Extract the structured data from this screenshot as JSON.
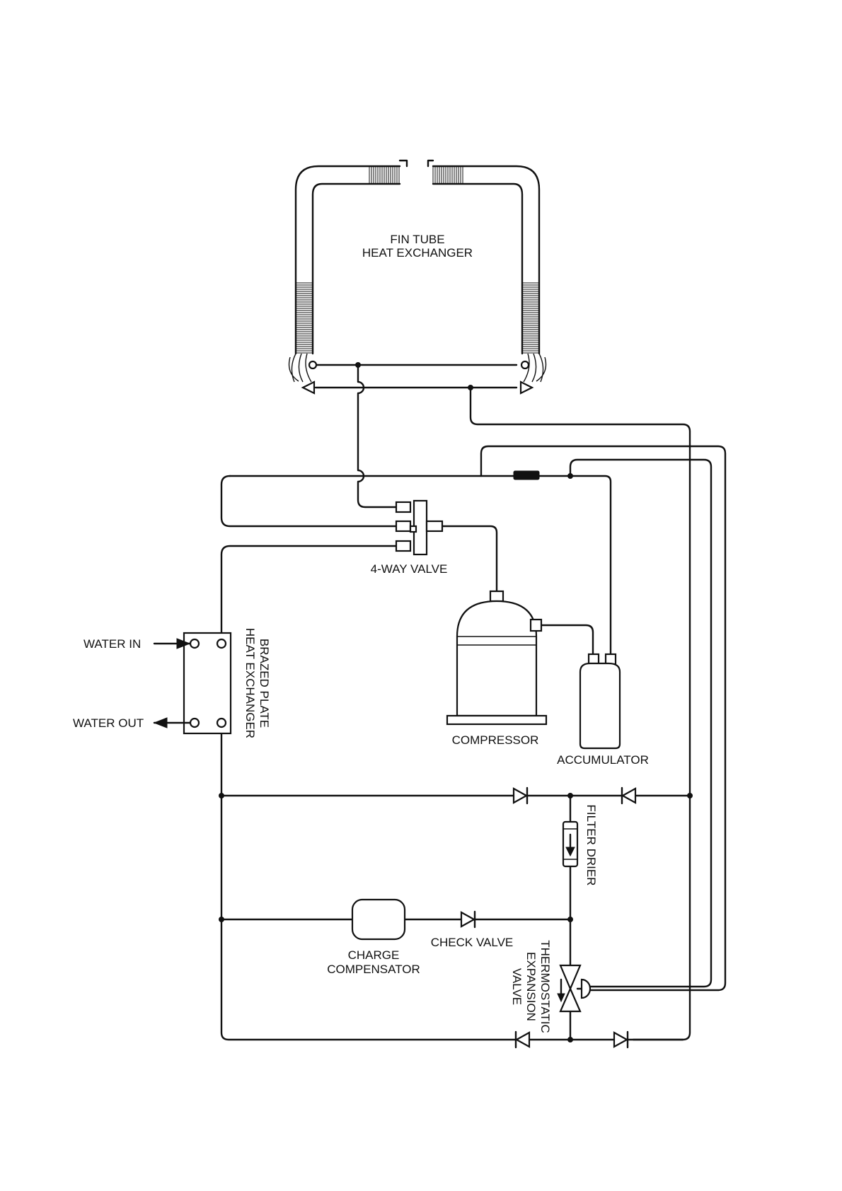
{
  "labels": {
    "fin_tube_hx_line1": "FIN TUBE",
    "fin_tube_hx_line2": "HEAT EXCHANGER",
    "four_way_valve": "4-WAY VALVE",
    "water_in": "WATER IN",
    "water_out": "WATER OUT",
    "brazed_plate_line1": "BRAZED PLATE",
    "brazed_plate_line2": "HEAT EXCHANGER",
    "compressor": "COMPRESSOR",
    "accumulator": "ACCUMULATOR",
    "filter_drier": "FILTER DRIER",
    "check_valve": "CHECK VALVE",
    "charge_compensator_line1": "CHARGE",
    "charge_compensator_line2": "COMPENSATOR",
    "txv_line1": "THERMOSTATIC",
    "txv_line2": "EXPANSION",
    "txv_line3": "VALVE"
  }
}
